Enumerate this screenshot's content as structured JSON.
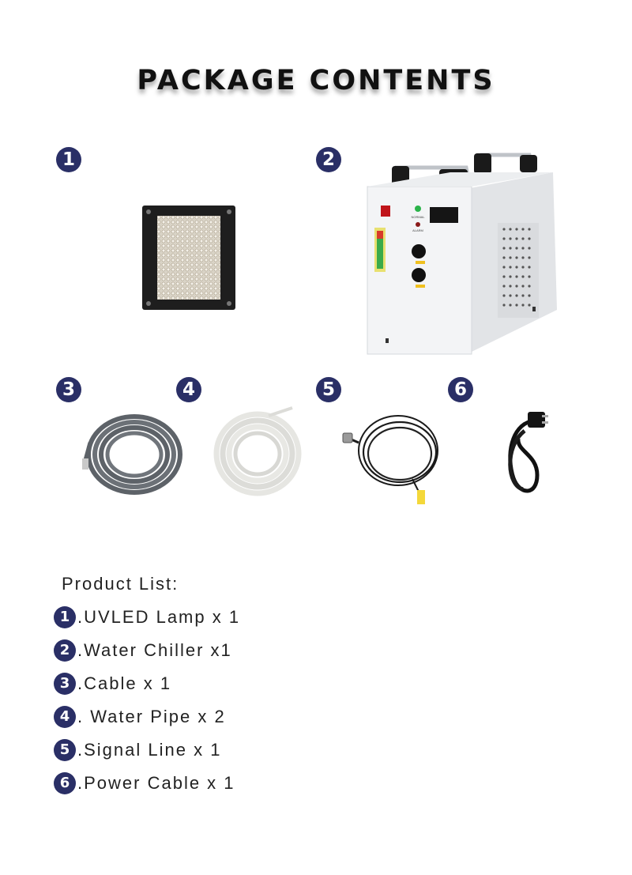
{
  "title": "PACKAGE CONTENTS",
  "badges": [
    "1",
    "2",
    "3",
    "4",
    "5",
    "6"
  ],
  "items": [
    {
      "name": "UVLED Lamp",
      "icon": "uvled-lamp-image"
    },
    {
      "name": "Water Chiller",
      "icon": "water-chiller-image",
      "panel_labels": [
        "NORMAL",
        "ALARM"
      ]
    },
    {
      "name": "Cable",
      "icon": "gray-cable-coil-image"
    },
    {
      "name": "Water Pipe",
      "icon": "clear-water-pipe-coil-image"
    },
    {
      "name": "Signal Line",
      "icon": "black-signal-line-image"
    },
    {
      "name": "Power Cable",
      "icon": "power-cable-image"
    }
  ],
  "product_list": {
    "heading": "Product List:",
    "rows": [
      {
        "num": "1",
        "text": ".UVLED Lamp x 1"
      },
      {
        "num": "2",
        "text": ".Water Chiller  x1"
      },
      {
        "num": "3",
        "text": ".Cable x 1"
      },
      {
        "num": "4",
        "text": ". Water Pipe x 2"
      },
      {
        "num": "5",
        "text": ".Signal Line  x 1"
      },
      {
        "num": "6",
        "text": ".Power Cable x 1"
      }
    ]
  },
  "colors": {
    "badge": "#2a2f66",
    "chiller_body": "#f3f4f6",
    "lamp_frame": "#1e1e1e"
  }
}
